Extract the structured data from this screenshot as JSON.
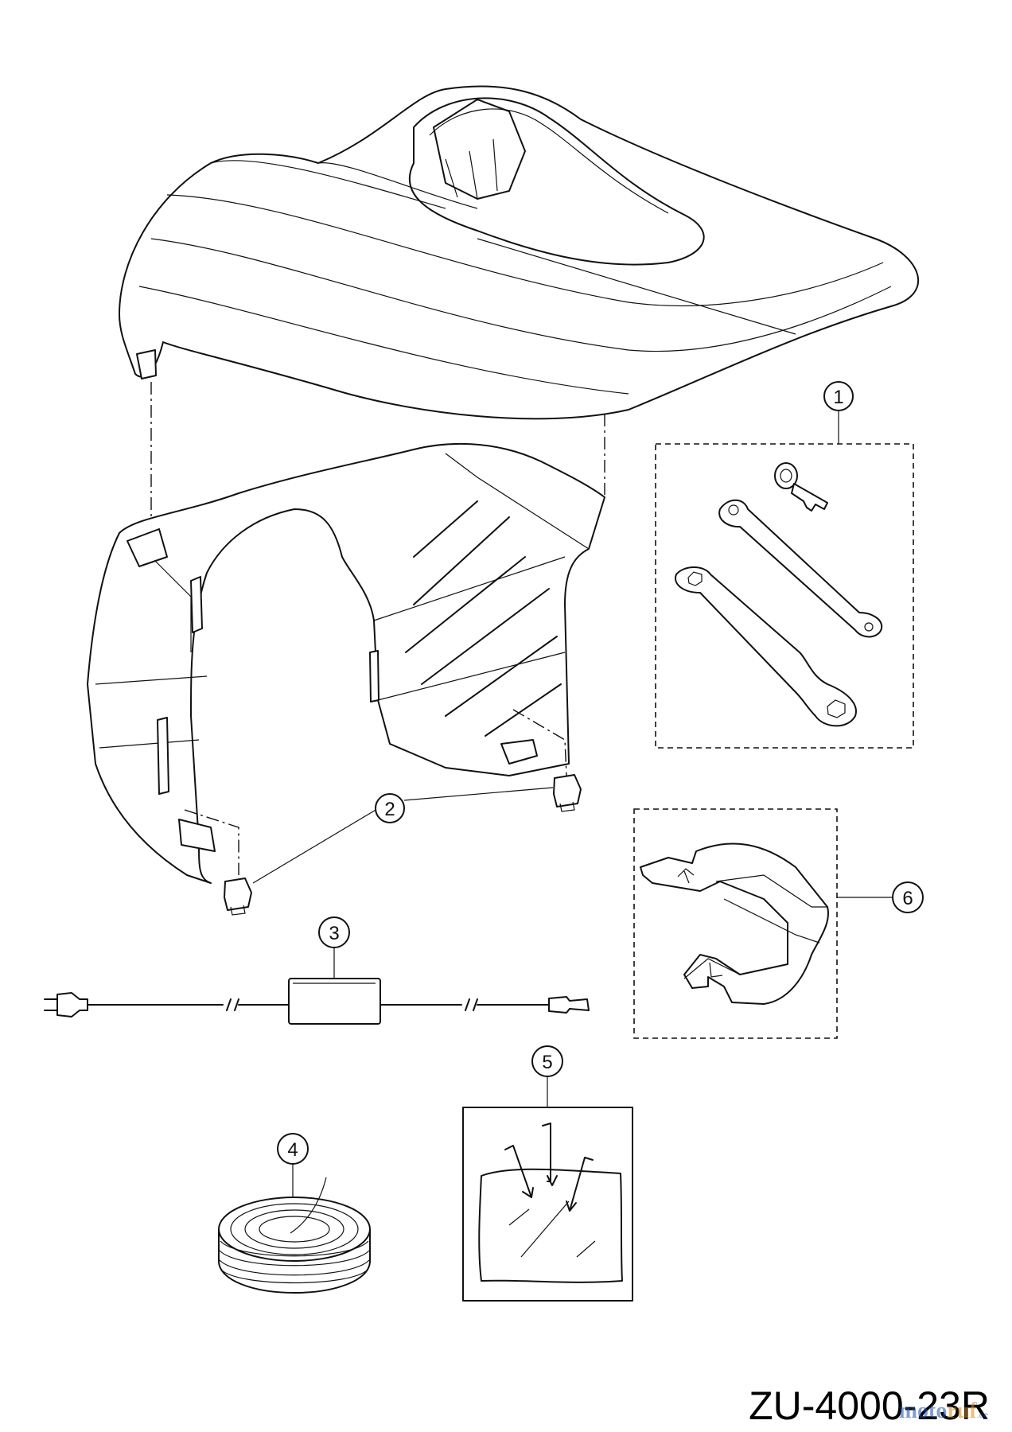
{
  "drawing": {
    "code": "ZU-4000-23R",
    "watermark": {
      "part_a": "moto",
      "part_b": "ruf",
      "part_c": ".de"
    }
  },
  "callouts": [
    {
      "id": "1",
      "label": "1",
      "part": "wrench-and-key-kit"
    },
    {
      "id": "2",
      "label": "2",
      "part": "clip"
    },
    {
      "id": "3",
      "label": "3",
      "part": "power-adapter"
    },
    {
      "id": "4",
      "label": "4",
      "part": "boundary-wire"
    },
    {
      "id": "5",
      "label": "5",
      "part": "peg-bag"
    },
    {
      "id": "6",
      "label": "6",
      "part": "docking-guide"
    }
  ]
}
